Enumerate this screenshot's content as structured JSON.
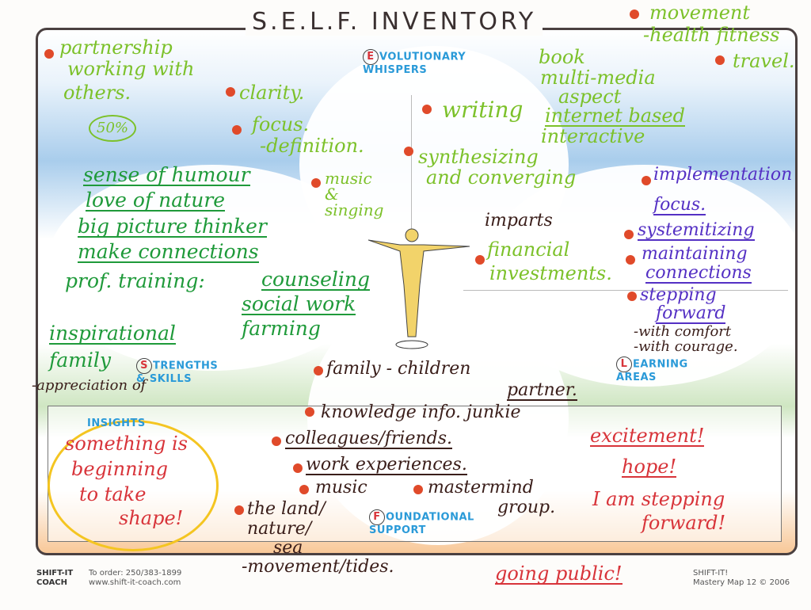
{
  "title": "S.E.L.F. INVENTORY",
  "sections": {
    "evolutionary": {
      "cap": "E",
      "label": "VOLUTIONARY\nWHISPERS"
    },
    "strengths": {
      "cap": "S",
      "label": "TRENGTHS\n& SKILLS"
    },
    "learning": {
      "cap": "L",
      "label": "EARNING\nAREAS"
    },
    "foundational": {
      "cap": "F",
      "label": "OUNDATIONAL\nSUPPORT"
    },
    "insights": {
      "label": "INSIGHTS"
    }
  },
  "notes": {
    "partnership": "partnership",
    "working_with": "working with",
    "others": "others.",
    "percent": "50%",
    "clarity": "clarity.",
    "focus": "focus.",
    "definition": "-definition.",
    "movement": "movement",
    "health_fitness": "-health fitness",
    "travel": "travel.",
    "book": "book",
    "multimedia": "multi-media",
    "aspect": "aspect",
    "internet": "internet based",
    "interactive": "interactive",
    "writing": "writing",
    "synthesizing": "synthesizing",
    "converging": "and converging",
    "music_singing": "music & singing",
    "imparts": "imparts",
    "financial": "financial",
    "investments": "investments.",
    "humour": "sense of humour",
    "nature": "love of nature",
    "big_picture": "big picture thinker",
    "connections": "make connections",
    "prof_training": "prof. training:",
    "counseling": "counseling",
    "social_work": "social work",
    "farming": "farming",
    "inspirational": "inspirational",
    "family_left": "family",
    "appreciation": "-appreciation of",
    "implementation": "implementation",
    "focus2": "focus.",
    "systemitizing": "systemitizing",
    "maintaining": "maintaining",
    "connections2": "connections",
    "stepping": "stepping",
    "forward": "forward",
    "comfort": "-with comfort",
    "courage": "-with courage.",
    "family_children": "family - children",
    "partner": "partner.",
    "knowledge": "knowledge info. junkie",
    "colleagues": "colleagues/friends.",
    "work_exp": "work experiences.",
    "music": "music",
    "mastermind": "mastermind",
    "group": "group.",
    "the_land": "the land/",
    "nature2": "nature/",
    "sea": "sea",
    "movement_tides": "-movement/tides.",
    "something": "something is",
    "beginning": "beginning",
    "take": "to take",
    "shape": "shape!",
    "excitement": "excitement!",
    "hope": "hope!",
    "i_am": "I am stepping",
    "forward2": "forward!",
    "going_public": "going public!"
  },
  "footer": {
    "logo": "SHIFT-IT\nCOACH",
    "order": "To order: 250/383-1899\nwww.shift-it-coach.com",
    "right": "SHIFT-IT!\nMastery Map 12 © 2006"
  }
}
